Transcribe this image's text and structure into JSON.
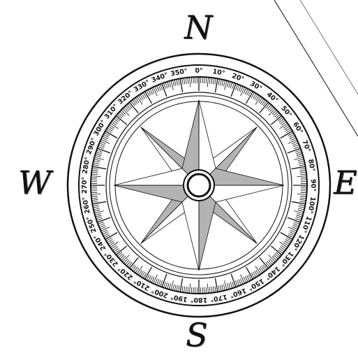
{
  "cardinals": {
    "north": "N",
    "east": "E",
    "south": "S",
    "west": "W"
  },
  "degree_labels": [
    "0°",
    "10°",
    "20°",
    "30°",
    "40°",
    "50°",
    "60°",
    "70°",
    "80°",
    "90°",
    "100°",
    "110°",
    "120°",
    "130°",
    "140°",
    "150°",
    "160°",
    "170°",
    "180°",
    "190°",
    "200°",
    "210°",
    "220°",
    "230°",
    "240°",
    "250°",
    "260°",
    "270°",
    "280°",
    "290°",
    "300°",
    "310°",
    "320°",
    "330°",
    "340°",
    "350°"
  ],
  "colors": {
    "ink": "#111111",
    "star_shade": "#b3b3b3",
    "paper": "#ffffff"
  }
}
